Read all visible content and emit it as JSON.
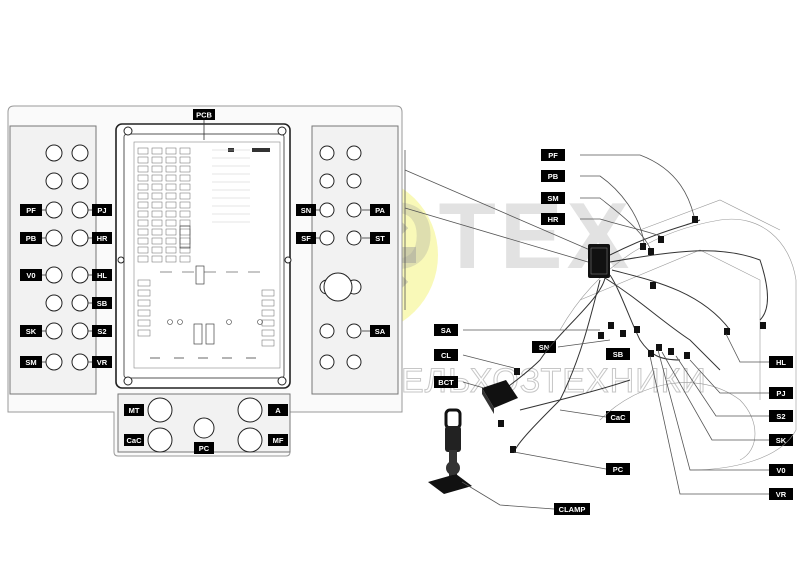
{
  "diagram": {
    "watermark": {
      "brand": "АГРОТЕХ",
      "tagline": "ЗАПЧАСТИ ДЛЯ СЕЛЬХОЗТЕХНИКИ"
    },
    "panel_left_col": [
      "PF",
      "PB",
      "V0",
      "SK",
      "SM"
    ],
    "panel_mid_col": [
      "PJ",
      "HR",
      "HL",
      "SB",
      "S2",
      "VR"
    ],
    "panel_right_col_a": [
      "SN",
      "SF"
    ],
    "panel_right_col_b": [
      "PA",
      "ST",
      "SA"
    ],
    "pcb_label": "PCB",
    "bottom_plate": [
      "MT",
      "A",
      "CaC",
      "PC",
      "MF"
    ],
    "harness_left": [
      "PF",
      "PB",
      "SM",
      "HR",
      "SA",
      "SN",
      "SB",
      "CL",
      "BCT",
      "CaC",
      "PC",
      "CLAMP"
    ],
    "harness_right": [
      "HL",
      "PJ",
      "S2",
      "SK",
      "V0",
      "VR"
    ]
  }
}
